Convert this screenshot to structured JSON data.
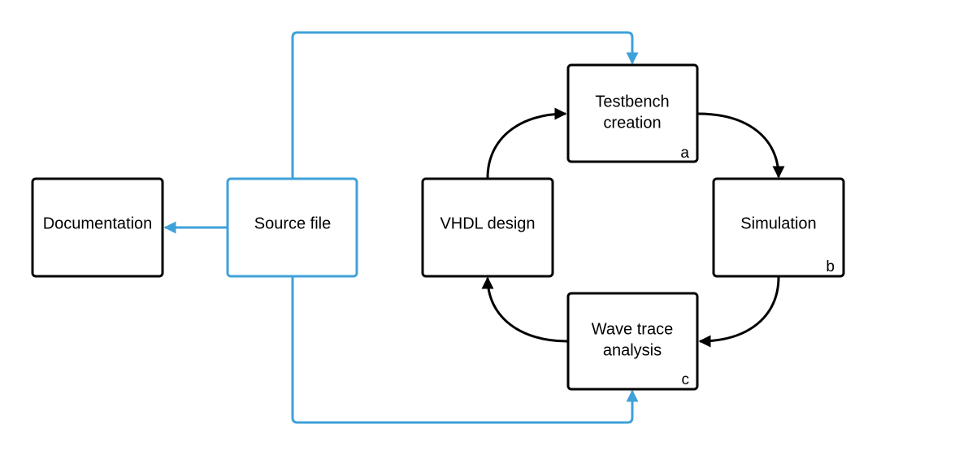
{
  "colors": {
    "accent_blue": "#3fa1da",
    "box_border": "#000000",
    "background": "#ffffff"
  },
  "nodes": {
    "documentation": {
      "label": "Documentation"
    },
    "source_file": {
      "label": "Source file"
    },
    "vhdl_design": {
      "label": "VHDL design"
    },
    "testbench": {
      "line1": "Testbench",
      "line2": "creation",
      "tag": "a"
    },
    "simulation": {
      "label": "Simulation",
      "tag": "b"
    },
    "wave_trace": {
      "line1": "Wave trace",
      "line2": "analysis",
      "tag": "c"
    }
  },
  "edges": [
    {
      "from": "source_file",
      "to": "documentation",
      "color": "#3fa1da"
    },
    {
      "from": "source_file",
      "to": "testbench",
      "color": "#3fa1da"
    },
    {
      "from": "source_file",
      "to": "wave_trace",
      "color": "#3fa1da"
    },
    {
      "from": "vhdl_design",
      "to": "testbench",
      "color": "#000000"
    },
    {
      "from": "testbench",
      "to": "simulation",
      "color": "#000000"
    },
    {
      "from": "simulation",
      "to": "wave_trace",
      "color": "#000000"
    },
    {
      "from": "wave_trace",
      "to": "vhdl_design",
      "color": "#000000"
    }
  ]
}
